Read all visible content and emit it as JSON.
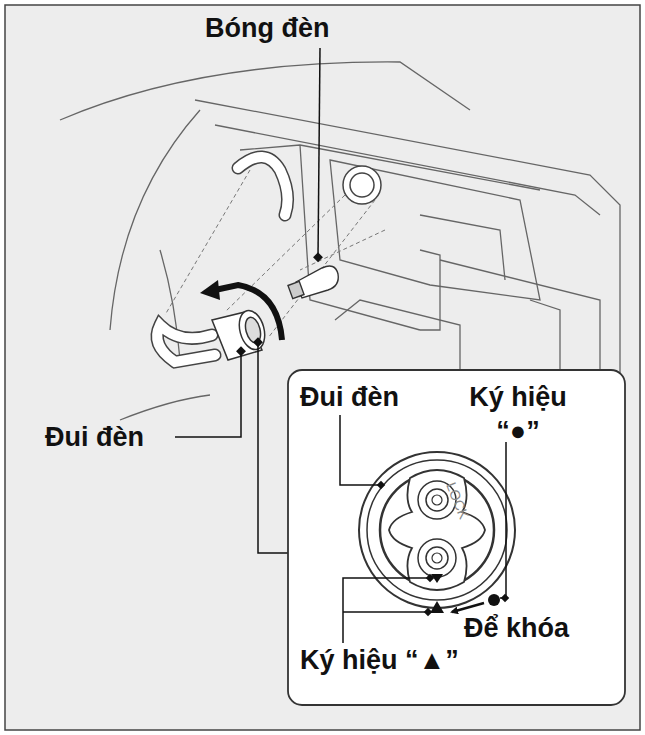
{
  "diagram": {
    "labels": [
      "Bóng đèn",
      "Đui đèn",
      "Đui đèn",
      "Ký hiệu “●”",
      "LOCK",
      "Để khóa",
      "Ký hiệu “▲”"
    ]
  }
}
